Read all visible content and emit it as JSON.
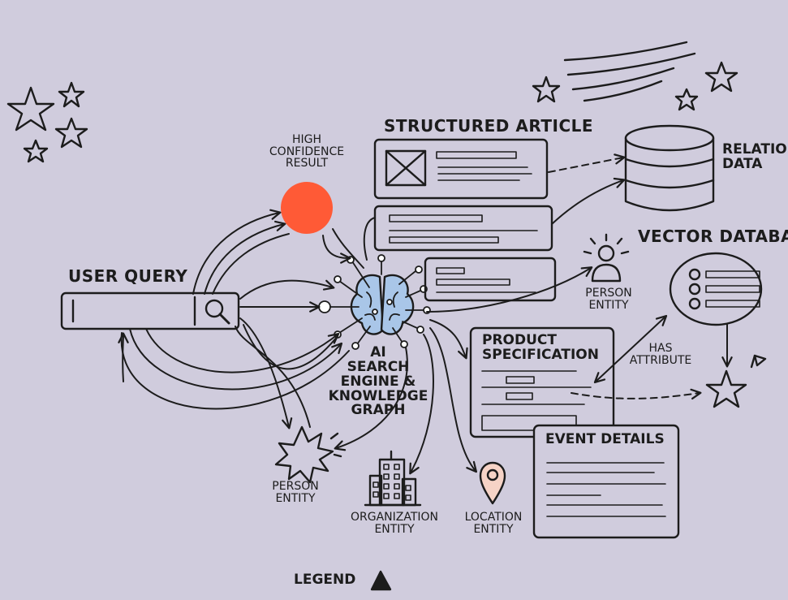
{
  "labels": {
    "user_query": "USER QUERY",
    "high_confidence": "HIGH\nCONFIDENCE\nRESULT",
    "structured_article": "STRUCTURED ARTICLE",
    "relational_data": "RELATION\nDATA",
    "vector_database": "VECTOR DATABASE",
    "person_entity_right": "PERSON\nENTITY",
    "ai_engine": "AI\nSEARCH\nENGINE &\nKNOWLEDGE\nGRAPH",
    "product_specification": "PRODUCT\nSPECIFICATION",
    "has_attribute": "HAS\nATTRIBUTE",
    "event_details": "EVENT DETAILS",
    "person_entity_left": "PERSON\nENTITY",
    "organization_entity": "ORGANIZATION\nENTITY",
    "location_entity": "LOCATION\nENTITY",
    "legend": "LEGEND"
  },
  "colors": {
    "background": "#d0ccdd",
    "ink": "#1c1c1c",
    "accent": "#ff5a36",
    "brain": "#a9c6e8",
    "pin": "#f6d3c6"
  },
  "icons": [
    "search-icon",
    "brain-icon",
    "database-icon",
    "person-icon",
    "starburst-icon",
    "building-icon",
    "location-pin-icon",
    "star-icon",
    "flag-icon",
    "legend-triangle-icon"
  ]
}
